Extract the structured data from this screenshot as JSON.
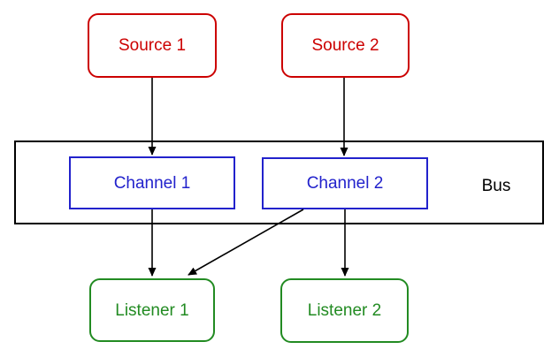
{
  "diagram": {
    "nodes": {
      "source1": {
        "label": "Source 1",
        "color": "#cc0000",
        "shape": "rounded-rect"
      },
      "source2": {
        "label": "Source 2",
        "color": "#cc0000",
        "shape": "rounded-rect"
      },
      "bus": {
        "label": "Bus",
        "color": "#000000",
        "shape": "rect"
      },
      "channel1": {
        "label": "Channel 1",
        "color": "#2222cc",
        "shape": "rect"
      },
      "channel2": {
        "label": "Channel 2",
        "color": "#2222cc",
        "shape": "rect"
      },
      "listener1": {
        "label": "Listener 1",
        "color": "#228b22",
        "shape": "rounded-rect"
      },
      "listener2": {
        "label": "Listener 2",
        "color": "#228b22",
        "shape": "rounded-rect"
      }
    },
    "edges": [
      {
        "from": "source1",
        "to": "channel1"
      },
      {
        "from": "source2",
        "to": "channel2"
      },
      {
        "from": "channel1",
        "to": "listener1"
      },
      {
        "from": "channel2",
        "to": "listener1"
      },
      {
        "from": "channel2",
        "to": "listener2"
      }
    ],
    "edge_color": "#000000"
  }
}
